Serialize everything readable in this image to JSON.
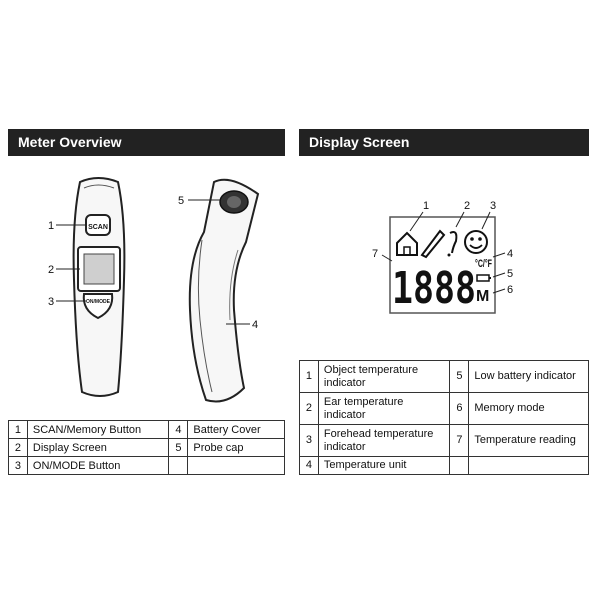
{
  "meter_overview": {
    "title": "Meter Overview",
    "callouts": [
      "1",
      "2",
      "3",
      "4",
      "5"
    ],
    "scan_button_label": "SCAN",
    "mode_button_label": "ON/MODE",
    "legend": [
      {
        "num": "1",
        "label": "SCAN/Memory Button",
        "num2": "4",
        "label2": "Battery Cover"
      },
      {
        "num": "2",
        "label": "Display Screen",
        "num2": "5",
        "label2": "Probe cap"
      },
      {
        "num": "3",
        "label": "ON/MODE Button",
        "num2": "",
        "label2": ""
      }
    ]
  },
  "display_screen": {
    "title": "Display Screen",
    "callouts": [
      "1",
      "2",
      "3",
      "4",
      "5",
      "6",
      "7"
    ],
    "lcd_digits": "1888",
    "lcd_unit": "°C/°F",
    "lcd_memory": "M",
    "legend": [
      {
        "num": "1",
        "label": "Object temperature indicator",
        "num2": "5",
        "label2": "Low battery indicator"
      },
      {
        "num": "2",
        "label": "Ear temperature indicator",
        "num2": "6",
        "label2": "Memory mode"
      },
      {
        "num": "3",
        "label": "Forehead temperature indicator",
        "num2": "7",
        "label2": "Temperature reading"
      },
      {
        "num": "4",
        "label": "Temperature unit",
        "num2": "",
        "label2": ""
      }
    ]
  }
}
